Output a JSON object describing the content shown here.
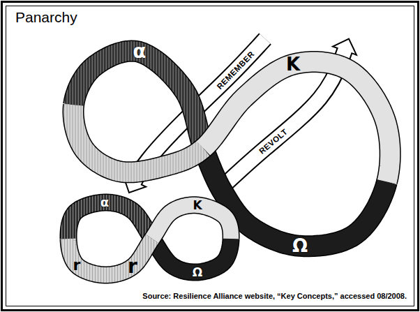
{
  "diagram": {
    "title": "Panarchy",
    "caption": "Source: Resilience Alliance website, “Key Concepts,” accessed 08/2008.",
    "nodes": [
      {
        "text": [
          "α",
          "K",
          "Ω"
        ]
      },
      {
        "text": [
          "α",
          "r",
          "r",
          "K",
          "Ω"
        ]
      }
    ],
    "edges": [
      {
        "from": 0,
        "to": 1,
        "label": "REMEMBER",
        "arrow": "to"
      },
      {
        "from": 1,
        "to": 0,
        "label": "REVOLT",
        "arrow": "to"
      }
    ]
  }
}
